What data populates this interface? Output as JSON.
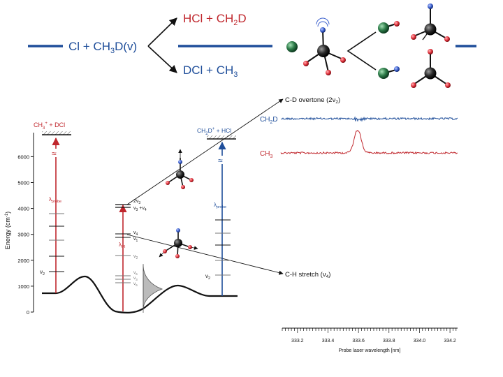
{
  "reaction": {
    "reactants": {
      "base": "Cl + CH",
      "sub1": "3",
      "mid": "D(v)"
    },
    "product_top": {
      "base": "HCl + CH",
      "sub1": "2",
      "mid": "D"
    },
    "product_bottom": {
      "base": "DCl + CH",
      "sub1": "3"
    }
  },
  "energy_axis": {
    "label": "Energy (cm",
    "label_sup": "-1",
    "label_end": ")",
    "ticks": [
      "0",
      "1000",
      "2000",
      "3000",
      "4000",
      "5000",
      "6000"
    ]
  },
  "left_diagram": {
    "threshold_label": {
      "base": "CH",
      "sub": "3",
      "sup": "+",
      "rest": " + DCl"
    },
    "probe_label": {
      "base": "λ",
      "sub": "probe"
    },
    "v2_label": {
      "base": "ν",
      "sub": "2"
    }
  },
  "middle_diagram": {
    "levels": {
      "l1": {
        "base": "2ν",
        "sub": "3"
      },
      "l2": {
        "base": "ν",
        "sub": "3",
        "mid": " +ν",
        "sub2": "4"
      },
      "l3": {
        "base": "ν",
        "sub": "4"
      },
      "l4": {
        "base": "ν",
        "sub": "1"
      },
      "l5": {
        "base": "ν",
        "sub": "2"
      },
      "l6": {
        "base": "ν",
        "sub": "6"
      },
      "l7": {
        "base": "ν",
        "sub": "3"
      },
      "l8": {
        "base": "ν",
        "sub": "6"
      }
    },
    "ir_label": {
      "base": "λ",
      "sub": "IR"
    }
  },
  "right_diagram": {
    "threshold_label": {
      "base": "CH",
      "sub": "2",
      "mid": "D",
      "sup": "+",
      "rest": " + HCl"
    },
    "probe_label": {
      "base": "λ",
      "sub": "probe"
    },
    "v2_label": {
      "base": "ν",
      "sub": "2"
    }
  },
  "spectrum": {
    "top_annotation": {
      "base": "C-D overtone (2ν",
      "sub": "2",
      "rest": ")"
    },
    "bottom_annotation": {
      "base": "C-H stretch (ν",
      "sub": "4",
      "rest": ")"
    },
    "trace_top_label": {
      "base": "CH",
      "sub": "2",
      "rest": "D"
    },
    "trace_bottom_label": {
      "base": "CH",
      "sub": "3"
    },
    "xaxis_label": "Probe laser wavelength [nm]",
    "xticks": [
      "333.2",
      "333.4",
      "333.6",
      "333.8",
      "334.0",
      "334.2"
    ],
    "xlim": [
      333.1,
      334.25
    ]
  },
  "colors": {
    "blue": "#1f4e9a",
    "red": "#c0272d",
    "green": "#2e7d4a",
    "black": "#111111",
    "atom_red": "#e0303a",
    "atom_blue": "#3a5fcd"
  }
}
